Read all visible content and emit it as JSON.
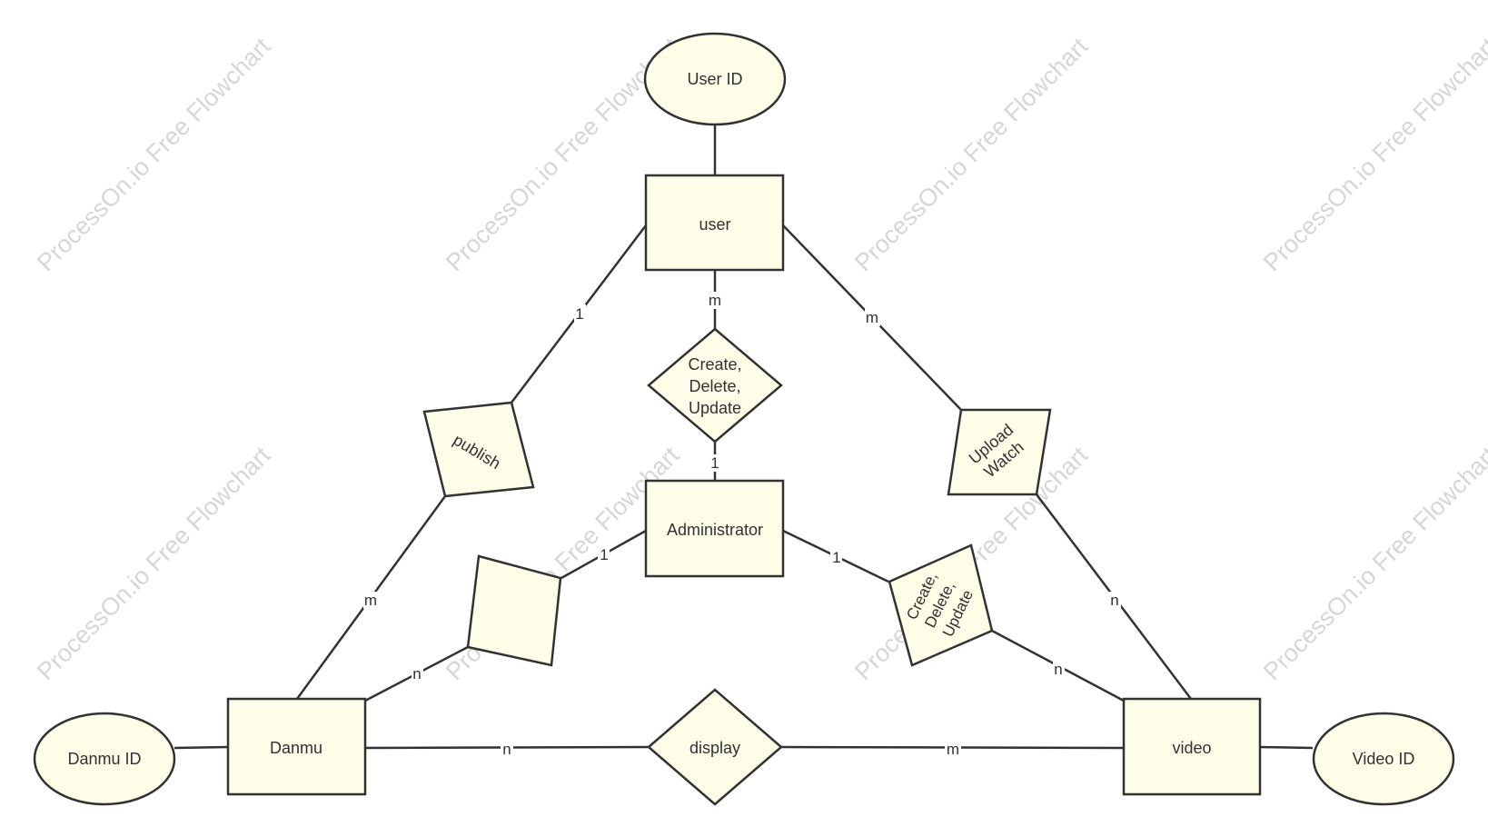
{
  "watermark": "ProcessOn.io Free Flowchart",
  "entities": {
    "user": "user",
    "administrator": "Administrator",
    "danmu": "Danmu",
    "video": "video"
  },
  "attributes": {
    "user_id": "User ID",
    "danmu_id": "Danmu ID",
    "video_id": "Video ID"
  },
  "relationships": {
    "user_admin": [
      "Create,",
      "Delete,",
      "Update"
    ],
    "publish": "publish",
    "upload_watch": [
      "Upload",
      "Watch"
    ],
    "admin_video": [
      "Create,",
      "Delete,",
      "Update"
    ],
    "admin_danmu": "",
    "display": "display"
  },
  "cardinalities": {
    "user_to_admin_rel": "m",
    "admin_to_user_rel": "1",
    "user_to_publish": "1",
    "publish_to_danmu": "m",
    "user_to_upload": "m",
    "upload_to_video": "n",
    "admin_to_danmu_rel": "1",
    "danmu_rel_to_danmu": "n",
    "admin_to_video_rel": "1",
    "video_rel_to_video": "n",
    "danmu_to_display": "n",
    "display_to_video": "m"
  }
}
